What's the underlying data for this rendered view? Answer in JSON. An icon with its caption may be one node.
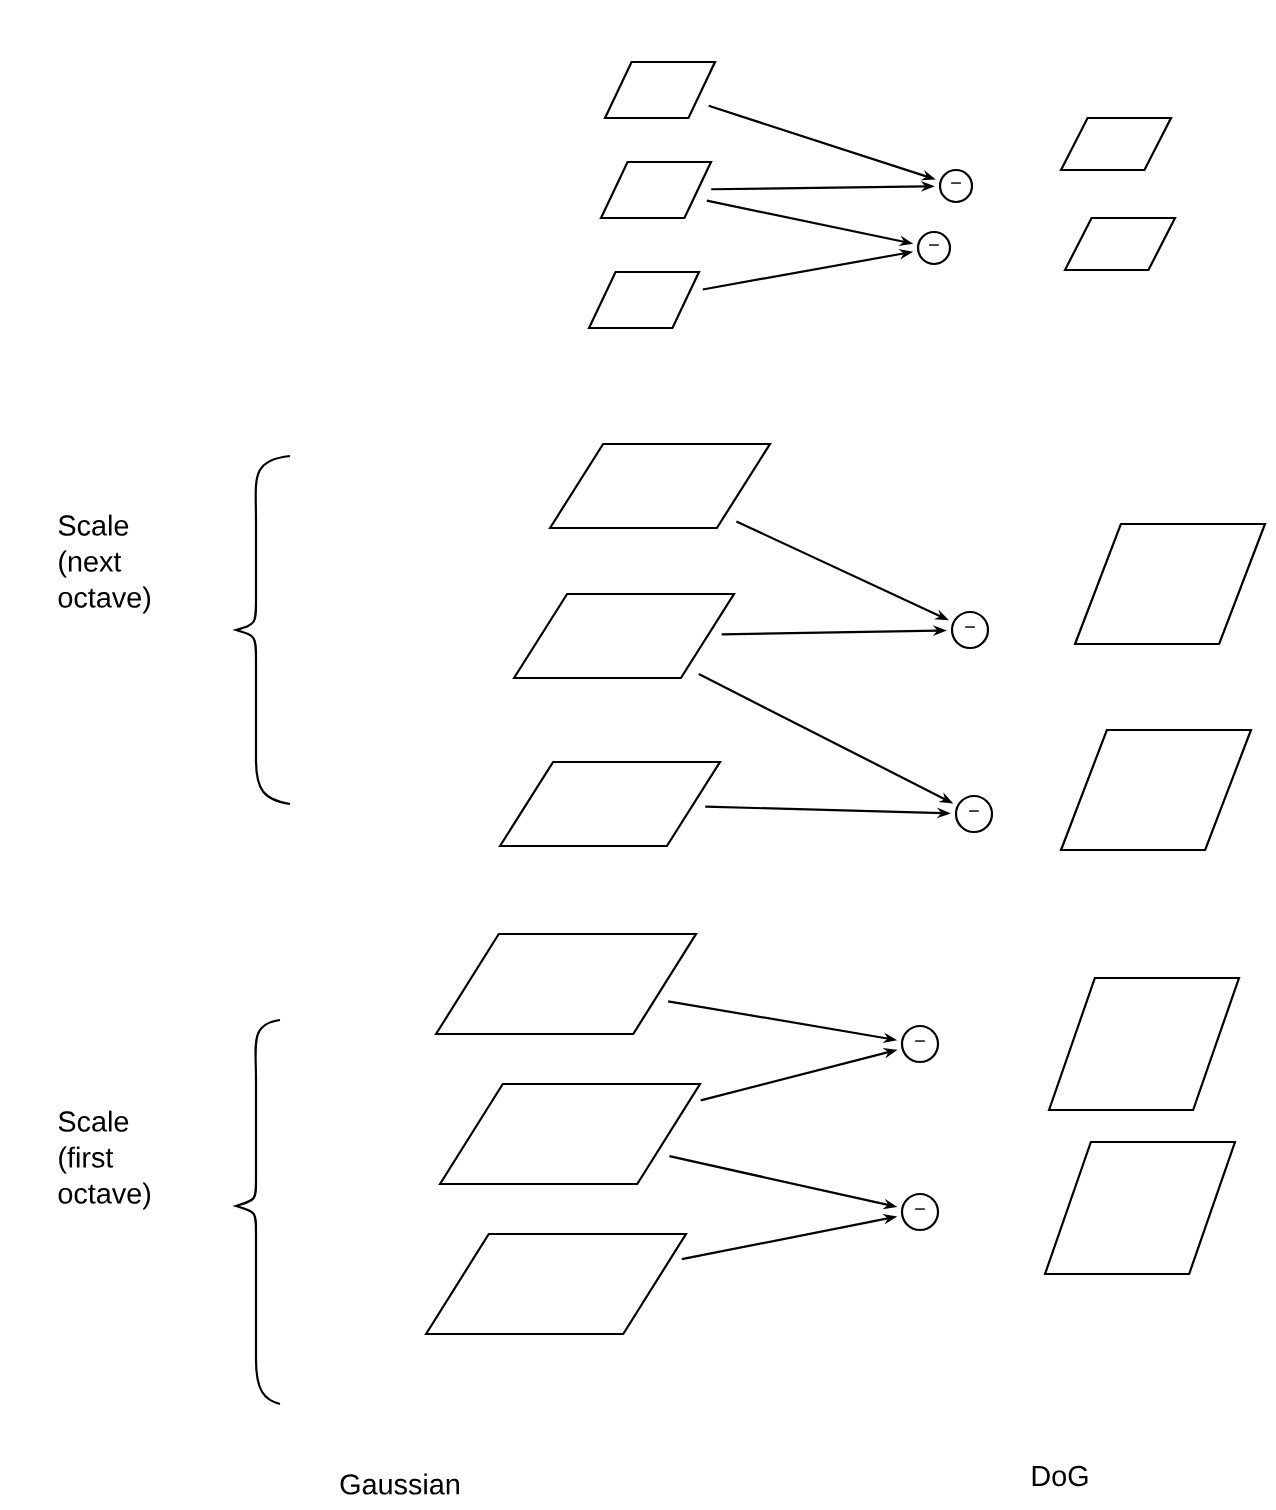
{
  "diagram": {
    "nodes": [
      {
        "text": [],
        "shape": "parallelogram"
      },
      {
        "text": [],
        "shape": "parallelogram"
      },
      {
        "text": [],
        "shape": "parallelogram"
      },
      {
        "text": [
          "−"
        ]
      },
      {
        "text": [
          "−"
        ]
      },
      {
        "text": [],
        "shape": "parallelogram"
      },
      {
        "text": [],
        "shape": "parallelogram"
      },
      {
        "text": [],
        "shape": "parallelogram"
      },
      {
        "text": [],
        "shape": "parallelogram"
      },
      {
        "text": [],
        "shape": "parallelogram"
      },
      {
        "text": [
          "−"
        ]
      },
      {
        "text": [
          "−"
        ]
      },
      {
        "text": [],
        "shape": "parallelogram"
      },
      {
        "text": [],
        "shape": "parallelogram"
      },
      {
        "text": [],
        "shape": "parallelogram"
      },
      {
        "text": [],
        "shape": "parallelogram"
      },
      {
        "text": [],
        "shape": "parallelogram"
      },
      {
        "text": [
          "−"
        ]
      },
      {
        "text": [
          "−"
        ]
      },
      {
        "text": [],
        "shape": "parallelogram"
      },
      {
        "text": [],
        "shape": "parallelogram"
      }
    ],
    "edges": [
      {
        "from": 0,
        "to": 3,
        "arrow": "to"
      },
      {
        "from": 1,
        "to": 3,
        "arrow": "to"
      },
      {
        "from": 1,
        "to": 4,
        "arrow": "to"
      },
      {
        "from": 2,
        "to": 4,
        "arrow": "to"
      },
      {
        "from": 7,
        "to": 10,
        "arrow": "to"
      },
      {
        "from": 8,
        "to": 10,
        "arrow": "to"
      },
      {
        "from": 8,
        "to": 11,
        "arrow": "to"
      },
      {
        "from": 9,
        "to": 11,
        "arrow": "to"
      },
      {
        "from": 14,
        "to": 17,
        "arrow": "to"
      },
      {
        "from": 15,
        "to": 17,
        "arrow": "to"
      },
      {
        "from": 15,
        "to": 18,
        "arrow": "to"
      },
      {
        "from": 16,
        "to": 18,
        "arrow": "to"
      }
    ],
    "labels": [
      "Scale (next octave)",
      "Scale (first octave)",
      "Gaussian",
      "DoG"
    ]
  }
}
